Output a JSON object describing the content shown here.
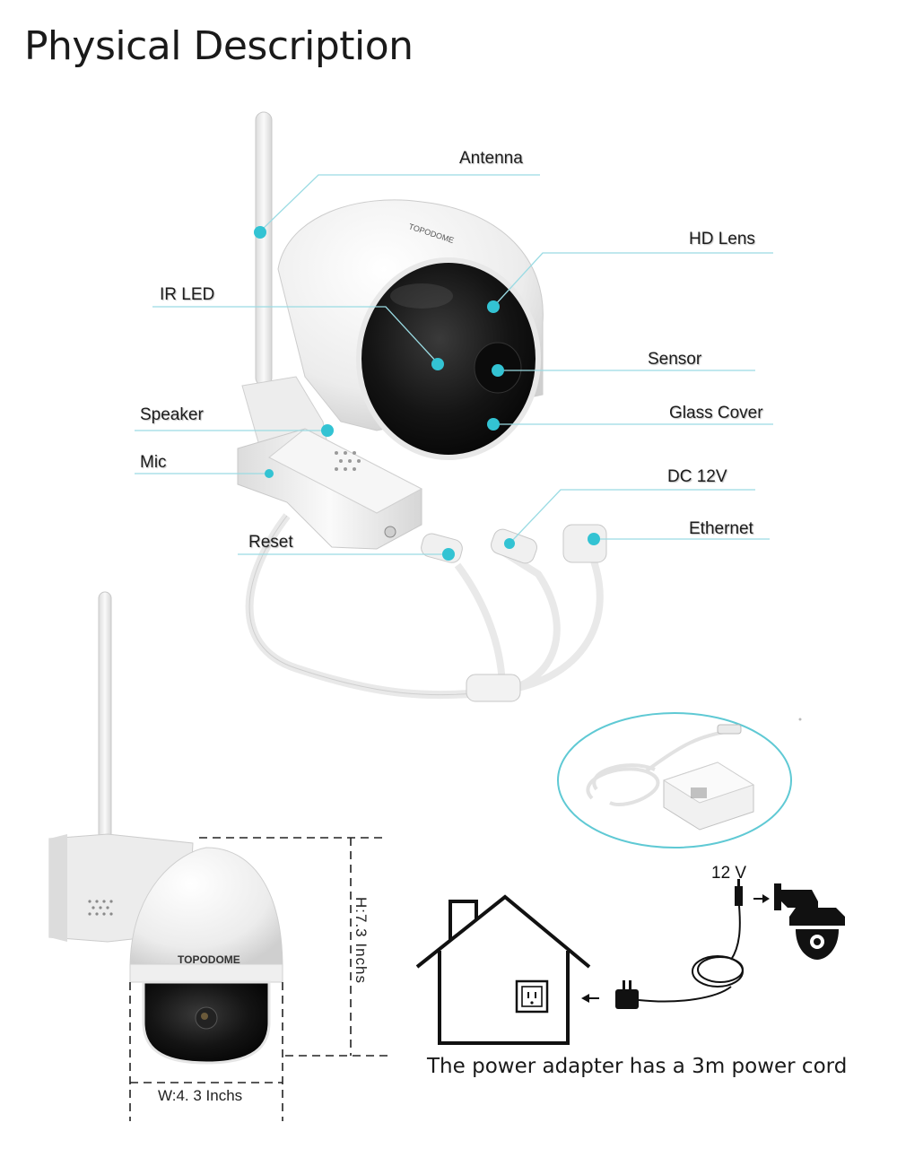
{
  "title": "Physical Description",
  "callouts": {
    "antenna": "Antenna",
    "hd_lens": "HD Lens",
    "ir_led": "IR LED",
    "sensor": "Sensor",
    "speaker": "Speaker",
    "glass_cover": "Glass Cover",
    "mic": "Mic",
    "dc": "DC 12V",
    "ethernet": "Ethernet",
    "reset": "Reset"
  },
  "brand": "TOPODOME",
  "dimensions": {
    "height": "H:7.3  Inchs",
    "width": "W:4. 3   Inchs"
  },
  "power": {
    "voltage": "12 V",
    "caption": "The power adapter has a 3m power cord"
  },
  "colors": {
    "accent": "#33c3d3",
    "line": "#9adbe3"
  }
}
